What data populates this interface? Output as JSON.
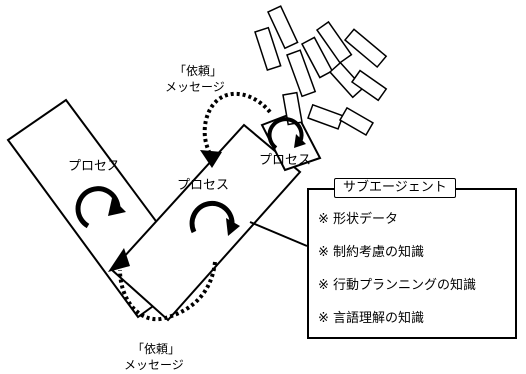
{
  "labels": {
    "process_left": "プロセス",
    "process_middle": "プロセス",
    "process_right": "プロセス",
    "request_top": "「依頼」",
    "message_top": "メッセージ",
    "request_bottom": "「依頼」",
    "message_bottom": "メッセージ"
  },
  "subagent": {
    "title": "サブエージェント",
    "items": [
      "※ 形状データ",
      "※ 制約考慮の知識",
      "※ 行動プランニングの知識",
      "※ 言語理解の知識"
    ]
  }
}
